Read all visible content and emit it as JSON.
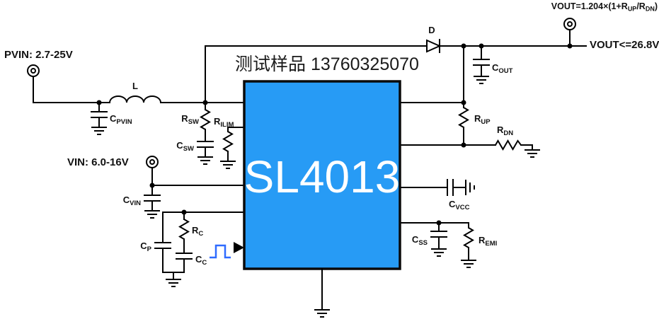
{
  "overlay": {
    "watermark": "测试样品 13760325070"
  },
  "ic": {
    "name": "SL4013"
  },
  "colors": {
    "ic_fill": "#279BF5",
    "ic_text": "#ffffff",
    "pulse": "#2F6BFF"
  },
  "labels": {
    "pvin": "PVIN: 2.7-25V",
    "vin": "VIN: 6.0-16V",
    "vout": "VOUT<=26.8V"
  },
  "formula": {
    "part1": "VOUT=1.204×(1+R",
    "sub1": "UP",
    "part2": "/R",
    "sub2": "DN",
    "part3": ")"
  },
  "components": {
    "L": {
      "main": "L"
    },
    "D": {
      "main": "D"
    },
    "C_PVIN": {
      "main": "C",
      "sub": "PVIN"
    },
    "R_SW": {
      "main": "R",
      "sub": "SW"
    },
    "C_SW": {
      "main": "C",
      "sub": "SW"
    },
    "R_ILIM": {
      "main": "R",
      "sub": "ILIM"
    },
    "C_OUT": {
      "main": "C",
      "sub": "OUT"
    },
    "R_UP": {
      "main": "R",
      "sub": "UP"
    },
    "R_DN": {
      "main": "R",
      "sub": "DN"
    },
    "C_VCC": {
      "main": "C",
      "sub": "VCC"
    },
    "C_SS": {
      "main": "C",
      "sub": "SS"
    },
    "R_EMI": {
      "main": "R",
      "sub": "EMI"
    },
    "C_VIN": {
      "main": "C",
      "sub": "VIN"
    },
    "R_C": {
      "main": "R",
      "sub": "C"
    },
    "C_P": {
      "main": "C",
      "sub": "P"
    },
    "C_C": {
      "main": "C",
      "sub": "C"
    }
  }
}
